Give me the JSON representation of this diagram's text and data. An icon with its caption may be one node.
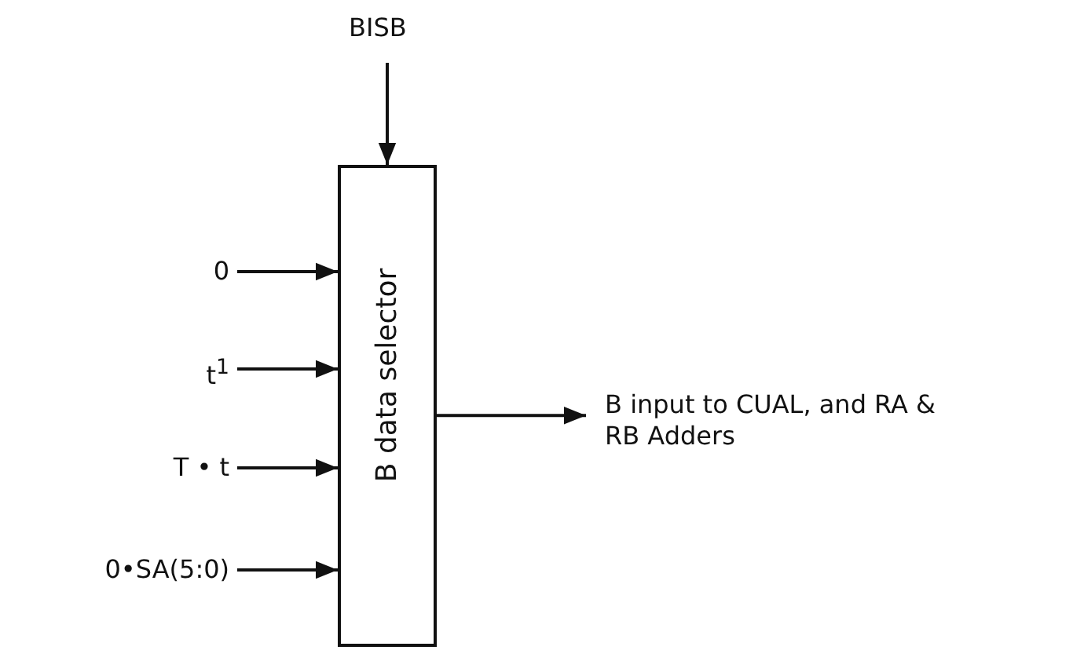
{
  "diagram": {
    "nodes": [
      {
        "text": [
          "B data selector"
        ]
      },
      {
        "text": [
          "BISB"
        ]
      },
      {
        "text": [
          "0"
        ]
      },
      {
        "text": [
          "t$^{1}$"
        ]
      },
      {
        "text": [
          "T • t"
        ]
      },
      {
        "text": [
          "0•SA(5:0)"
        ]
      },
      {
        "text": [
          "B input to CUAL, and RA & RB Adders"
        ]
      }
    ],
    "edges": [
      {
        "from": 1,
        "to": 0,
        "arrow": "to"
      },
      {
        "from": 2,
        "to": 0,
        "arrow": "to"
      },
      {
        "from": 3,
        "to": 0,
        "arrow": "to"
      },
      {
        "from": 4,
        "to": 0,
        "arrow": "to"
      },
      {
        "from": 5,
        "to": 0,
        "arrow": "to"
      },
      {
        "from": 0,
        "to": 6,
        "arrow": "to"
      }
    ]
  }
}
